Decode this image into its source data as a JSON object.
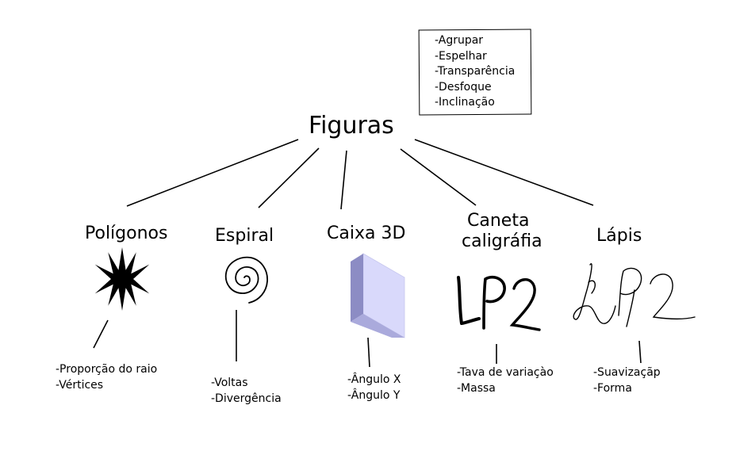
{
  "root": {
    "title": "Figuras",
    "notes": [
      "-Agrupar",
      "-Espelhar",
      "-Transparência",
      "-Desfoque",
      "-Inclinação"
    ]
  },
  "nodes": [
    {
      "title": "Polígonos",
      "props": [
        "-Proporção do raio",
        "-Vértices"
      ],
      "icon": "star-polygon-icon"
    },
    {
      "title": "Espiral",
      "props": [
        "-Voltas",
        "-Divergência"
      ],
      "icon": "spiral-icon"
    },
    {
      "title": "Caixa 3D",
      "props": [
        "-Ângulo X",
        "-Ângulo Y"
      ],
      "icon": "box-3d-icon"
    },
    {
      "title_lines": [
        "Caneta",
        "caligráfia"
      ],
      "props": [
        "-Tava de variaçào",
        "-Massa"
      ],
      "icon": "calligraphy-lp2-icon"
    },
    {
      "title": "Lápis",
      "props": [
        "-Suavizaçãp",
        "-Forma"
      ],
      "icon": "pencil-lp2-icon"
    }
  ],
  "colors": {
    "box_face": "#d9d9fb",
    "box_side": "#8c8cc4",
    "box_bottom": "#aaaadc",
    "line": "#000000"
  }
}
